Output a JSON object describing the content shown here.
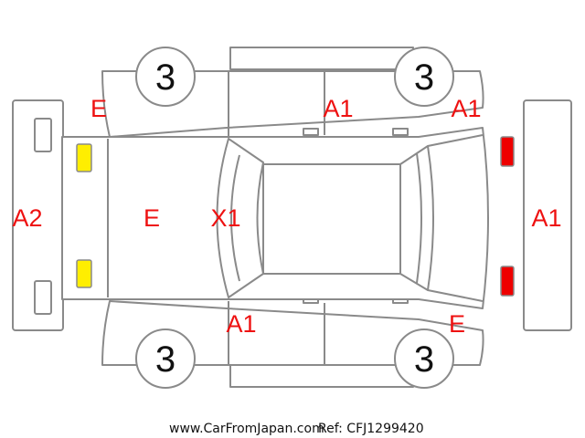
{
  "damage_codes": {
    "rear_left_fender": "E",
    "roof_left": "A1",
    "front_left_fender": "A1",
    "rear_bumper": "A2",
    "trunk": "E",
    "rear_window": "X1",
    "front_bumper": "A1",
    "rear_right_door": "A1",
    "front_right_fender": "E"
  },
  "wheels": {
    "rear_left": "3",
    "front_left": "3",
    "rear_right": "3",
    "front_right": "3"
  },
  "lights": {
    "rear_color": "#ffee00",
    "front_color": "#ee0000"
  },
  "footer": {
    "site": "www.CarFromJapan.com",
    "ref": "Ref: CFJ1299420"
  }
}
